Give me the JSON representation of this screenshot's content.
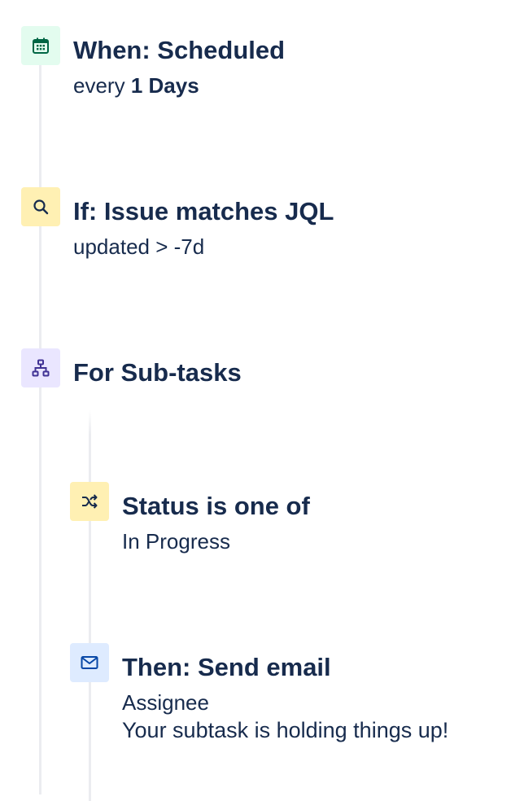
{
  "components": [
    {
      "icon": "calendar-icon",
      "color": "#e3fcef",
      "title": "When: Scheduled",
      "detail_prefix": "every ",
      "detail_bold": "1 Days"
    },
    {
      "icon": "search-icon",
      "color": "#fff0b3",
      "title": "If: Issue matches JQL",
      "detail": "updated > -7d"
    },
    {
      "icon": "hierarchy-icon",
      "color": "#eae6ff",
      "title": "For Sub-tasks"
    },
    {
      "icon": "shuffle-icon",
      "color": "#fff0b3",
      "title": "Status is one of",
      "detail": "In Progress"
    },
    {
      "icon": "mail-icon",
      "color": "#deebff",
      "title": "Then: Send email",
      "detail": "Assignee",
      "detail_line2": "Your subtask is holding things up!"
    }
  ]
}
